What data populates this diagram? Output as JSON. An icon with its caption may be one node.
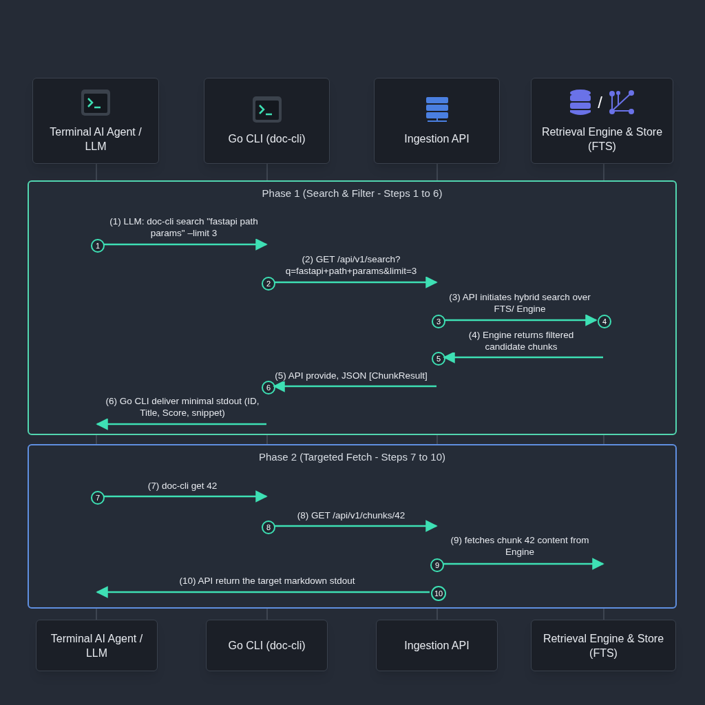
{
  "diagram": {
    "nodes": [
      {
        "text": [
          "Terminal AI Agent / LLM"
        ]
      },
      {
        "text": [
          "Go CLI (doc-cli)"
        ]
      },
      {
        "text": [
          "Ingestion API"
        ]
      },
      {
        "text": [
          "Retrieval Engine & Store (FTS)"
        ]
      },
      {
        "text": [
          "Phase 1 (Search & Filter - Steps 1 to 6)"
        ]
      },
      {
        "text": [
          "1"
        ],
        "in": 4
      },
      {
        "text": [
          "2"
        ],
        "in": 4
      },
      {
        "text": [
          "3"
        ],
        "in": 4
      },
      {
        "text": [
          "4"
        ],
        "in": 4
      },
      {
        "text": [
          "5"
        ],
        "in": 4
      },
      {
        "text": [
          "6"
        ],
        "in": 4
      },
      {
        "text": [
          "Phase 2 (Targeted Fetch - Steps 7 to 10)"
        ]
      },
      {
        "text": [
          "7"
        ],
        "in": 11
      },
      {
        "text": [
          "8"
        ],
        "in": 11
      },
      {
        "text": [
          "9"
        ],
        "in": 11
      },
      {
        "text": [
          "10"
        ],
        "in": 11
      },
      {
        "text": [
          "Terminal AI Agent / LLM"
        ]
      },
      {
        "text": [
          "Go CLI (doc-cli)"
        ]
      },
      {
        "text": [
          "Ingestion API"
        ]
      },
      {
        "text": [
          "Retrieval Engine & Store (FTS)"
        ]
      },
      {
        "text": [],
        "shape": "bar"
      },
      {
        "text": [],
        "shape": "bar"
      },
      {
        "text": [],
        "shape": "bar"
      },
      {
        "text": [],
        "shape": "bar"
      }
    ],
    "edges": [
      {
        "from": 5,
        "to": 21,
        "arrow": "to",
        "label": "(1) LLM: doc-cli search \"fastapi path params\" –limit 3"
      },
      {
        "from": 6,
        "to": 22,
        "arrow": "to",
        "label": "(2) GET /api/v1/search? q=fastapi+path+params&limit=3"
      },
      {
        "from": 7,
        "to": 8,
        "arrow": "to",
        "label": "(3) API initiates hybrid search over FTS/ Engine"
      },
      {
        "from": 23,
        "to": 9,
        "arrow": "to",
        "label": "(4) Engine returns filtered candidate chunks"
      },
      {
        "from": 22,
        "to": 10,
        "arrow": "to",
        "label": "(5) API provide, JSON [ChunkResult]"
      },
      {
        "from": 21,
        "to": 20,
        "arrow": "to",
        "label": "(6) Go CLI deliver minimal stdout (ID, Title, Score, snippet)"
      },
      {
        "from": 12,
        "to": 21,
        "arrow": "to",
        "label": "(7) doc-cli get 42"
      },
      {
        "from": 13,
        "to": 22,
        "arrow": "to",
        "label": "(8) GET /api/v1/chunks/42"
      },
      {
        "from": 14,
        "to": 23,
        "arrow": "to",
        "label": "(9) fetches chunk 42 content from Engine"
      },
      {
        "from": 15,
        "to": 20,
        "arrow": "to",
        "label": "(10) API return the target markdown stdout"
      }
    ],
    "labels": [
      "/"
    ]
  }
}
